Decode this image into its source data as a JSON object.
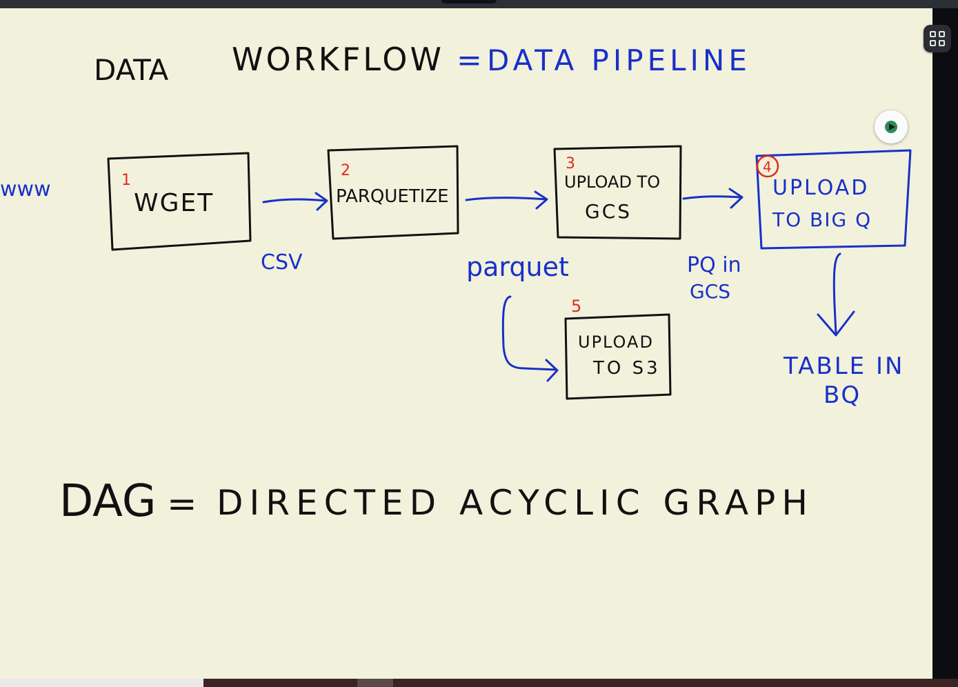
{
  "title": {
    "data": "DATA",
    "workflow": "WORKFLOW",
    "equals": "=",
    "pipeline": "DATA PIPELINE"
  },
  "source_label": "www",
  "steps": [
    {
      "number": "1",
      "label": "WGET"
    },
    {
      "number": "2",
      "label": "PARQUETIZE"
    },
    {
      "number": "3",
      "line1": "UPLOAD TO",
      "line2": "GCS"
    },
    {
      "number": "4",
      "line1": "UPLOAD",
      "line2": "TO BIG Q"
    },
    {
      "number": "5",
      "line1": "UPLOAD",
      "line2": "TO S3"
    }
  ],
  "edge_labels": {
    "csv": "CSV",
    "parquet": "parquet",
    "pq_line1": "PQ in",
    "pq_line2": "GCS",
    "table_line1": "TABLE IN",
    "table_line2": "BQ"
  },
  "definition": {
    "term": "DAG",
    "equals": "=",
    "meaning": "DIRECTED ACYCLIC GRAPH"
  },
  "colors": {
    "board": "#f2f1dc",
    "ink_black": "#111111",
    "ink_blue": "#1830c8",
    "ink_red": "#e02a1a"
  },
  "icons": [
    "grid-layout-icon",
    "play-icon"
  ]
}
